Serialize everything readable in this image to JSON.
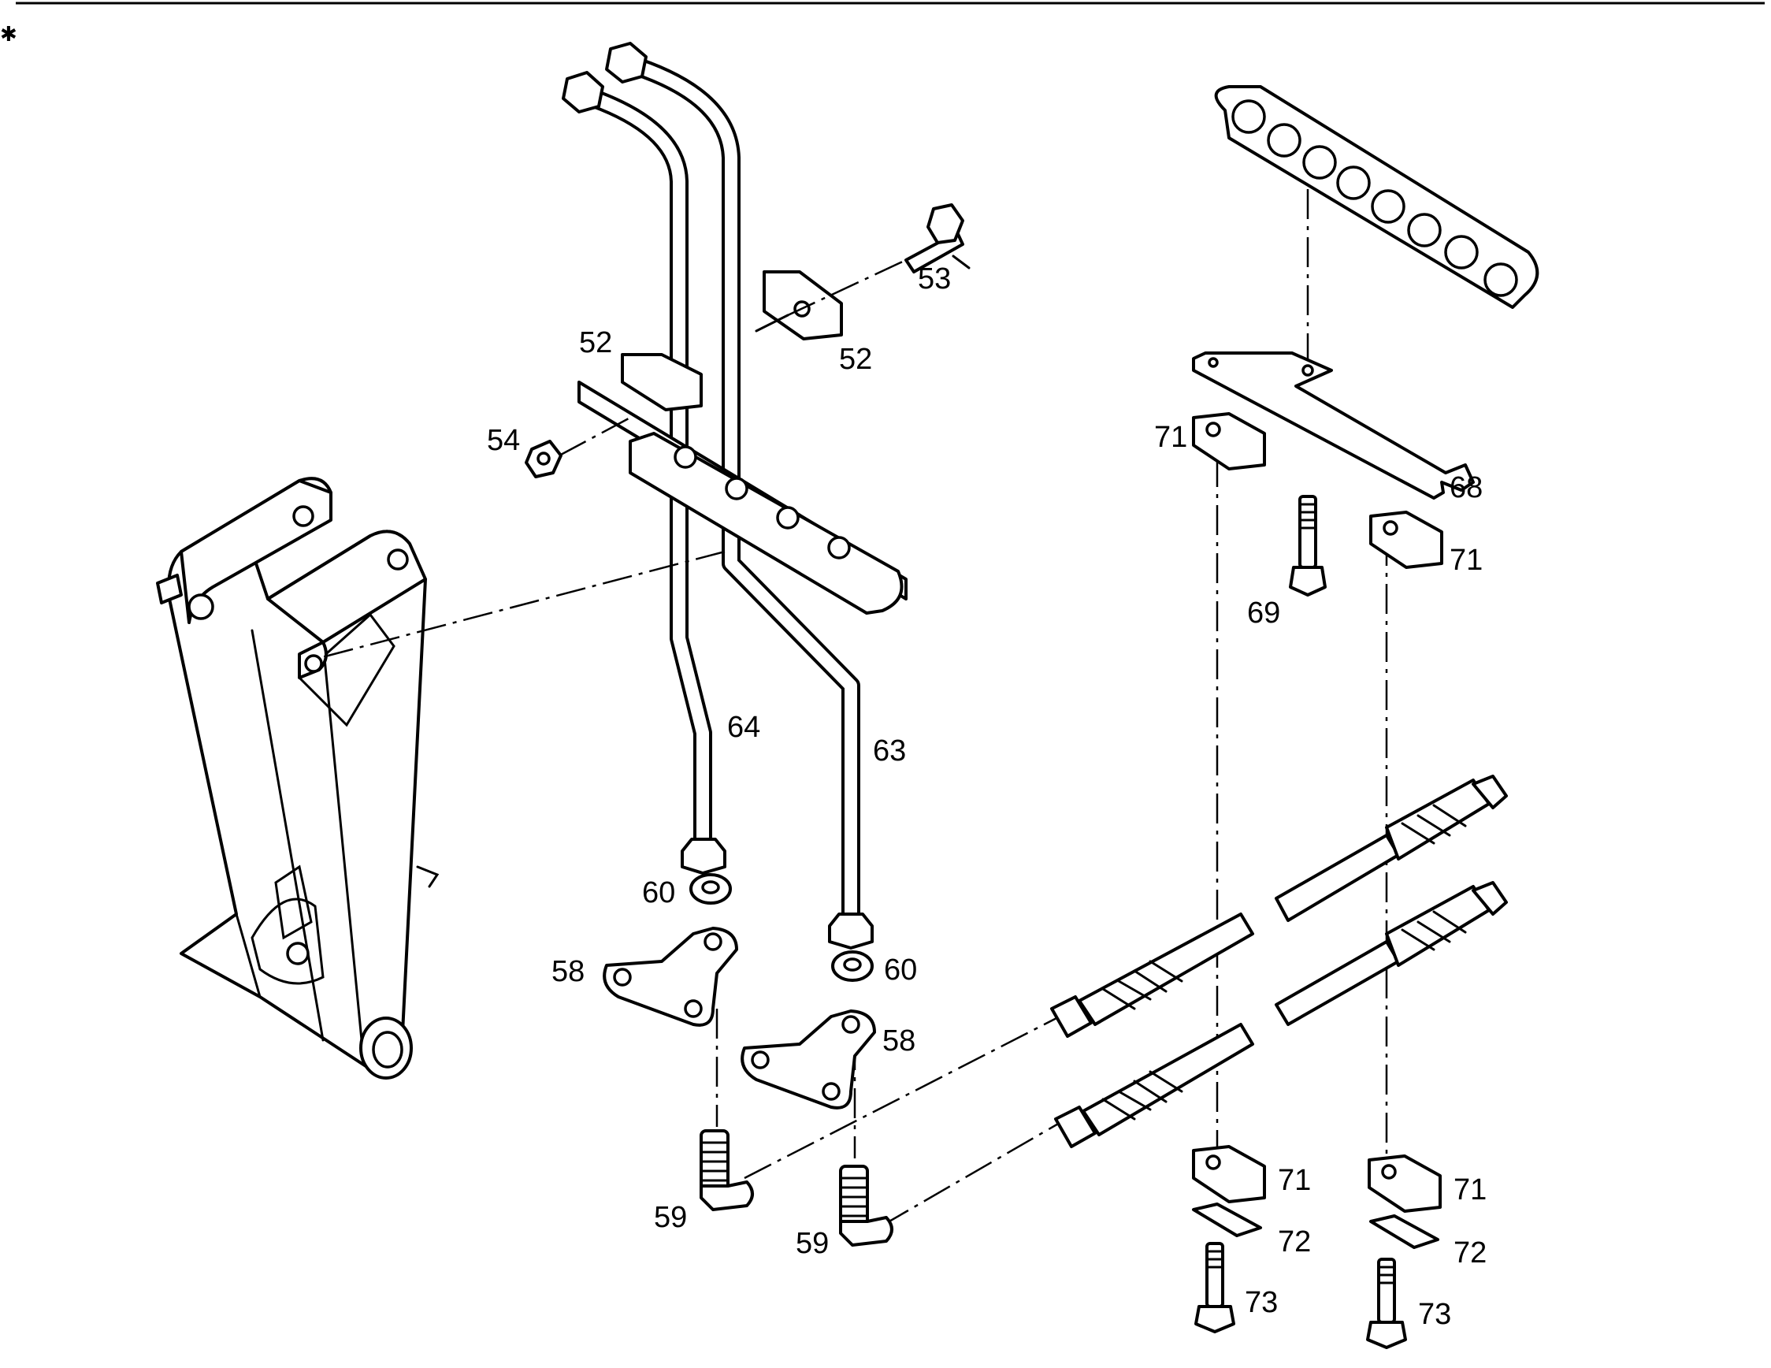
{
  "callouts": [
    {
      "id": "c52a",
      "text": "52"
    },
    {
      "id": "c52b",
      "text": "52"
    },
    {
      "id": "c53",
      "text": "53"
    },
    {
      "id": "c54",
      "text": "54"
    },
    {
      "id": "c58a",
      "text": "58"
    },
    {
      "id": "c58b",
      "text": "58"
    },
    {
      "id": "c59a",
      "text": "59"
    },
    {
      "id": "c59b",
      "text": "59"
    },
    {
      "id": "c60a",
      "text": "60"
    },
    {
      "id": "c60b",
      "text": "60"
    },
    {
      "id": "c63",
      "text": "63"
    },
    {
      "id": "c64",
      "text": "64"
    },
    {
      "id": "c68",
      "text": "68"
    },
    {
      "id": "c69",
      "text": "69"
    },
    {
      "id": "c71a",
      "text": "71"
    },
    {
      "id": "c71b",
      "text": "71"
    },
    {
      "id": "c71c",
      "text": "71"
    },
    {
      "id": "c71d",
      "text": "71"
    },
    {
      "id": "c72a",
      "text": "72"
    },
    {
      "id": "c72b",
      "text": "72"
    },
    {
      "id": "c73a",
      "text": "73"
    },
    {
      "id": "c73b",
      "text": "73"
    }
  ]
}
